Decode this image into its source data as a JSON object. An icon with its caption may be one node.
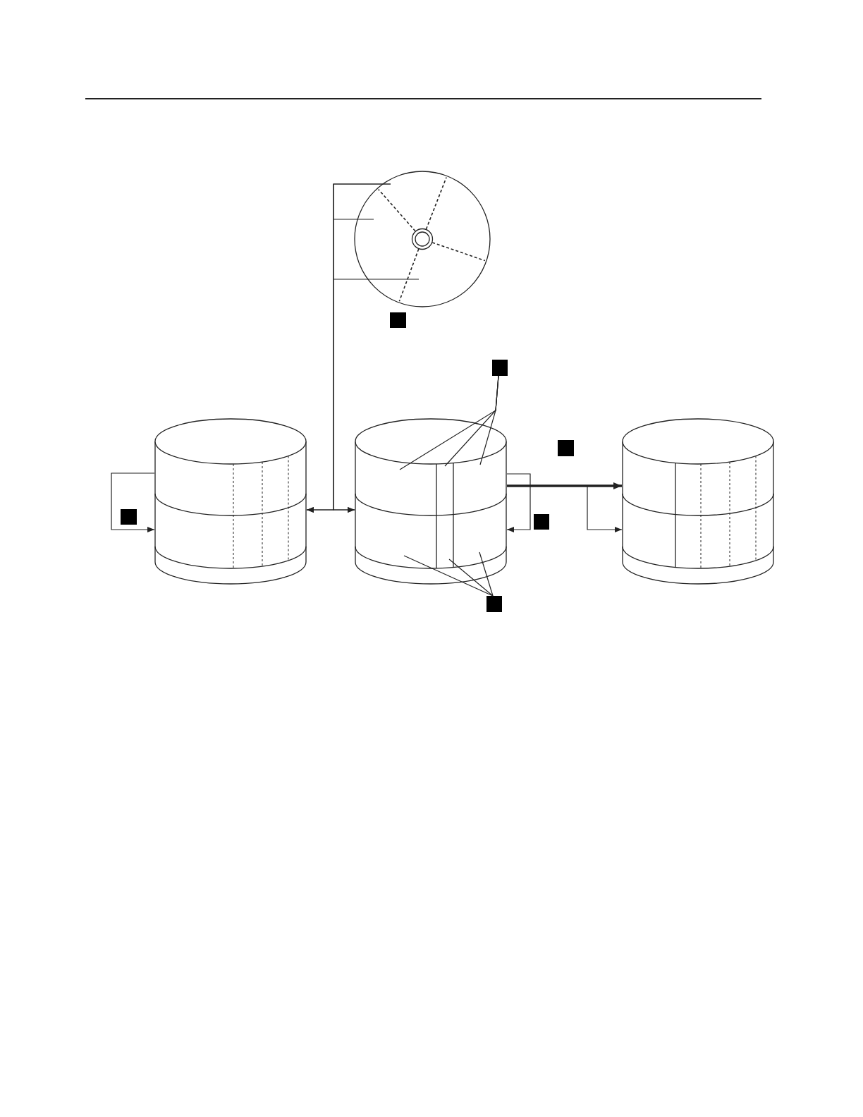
{
  "diagram": {
    "nodes": [
      {
        "text": [],
        "shape": "disc"
      },
      {
        "text": [],
        "shape": "box"
      },
      {
        "text": [],
        "shape": "box"
      },
      {
        "text": [],
        "shape": "cylinder"
      },
      {
        "text": [],
        "shape": "cylinder"
      },
      {
        "text": [],
        "shape": "cylinder"
      },
      {
        "text": [],
        "shape": "box"
      },
      {
        "text": [],
        "shape": "box"
      },
      {
        "text": [],
        "shape": "box"
      },
      {
        "text": [],
        "shape": "box"
      }
    ],
    "edges": [
      {
        "from": 3,
        "to": 3,
        "arrow": "to"
      },
      {
        "from": 0,
        "to": 3,
        "arrow": "to"
      },
      {
        "from": 0,
        "to": 4,
        "arrow": "to"
      },
      {
        "from": 3,
        "to": 4,
        "arrow": "both"
      },
      {
        "from": 2,
        "to": 4,
        "arrow": "none"
      },
      {
        "from": 2,
        "to": 4,
        "arrow": "none"
      },
      {
        "from": 2,
        "to": 4,
        "arrow": "none"
      },
      {
        "from": 4,
        "to": 4,
        "arrow": "to"
      },
      {
        "from": 4,
        "to": 5,
        "arrow": "to",
        "style": "thick"
      },
      {
        "from": 4,
        "to": 5,
        "arrow": "to"
      },
      {
        "from": 9,
        "to": 4,
        "arrow": "none"
      },
      {
        "from": 9,
        "to": 4,
        "arrow": "none"
      },
      {
        "from": 9,
        "to": 4,
        "arrow": "none"
      }
    ]
  }
}
